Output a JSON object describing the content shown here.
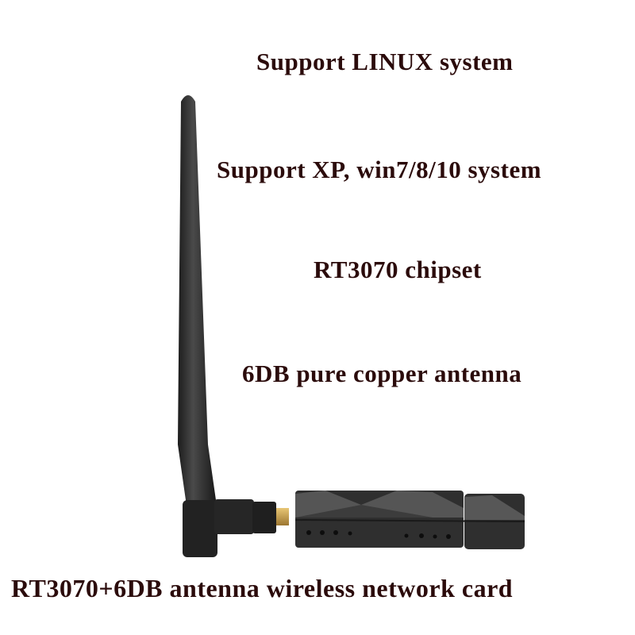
{
  "captions": {
    "linux": "Support LINUX system",
    "windows": "Support XP, win7/8/10 system",
    "chipset": "RT3070 chipset",
    "antenna": "6DB pure copper antenna",
    "product": "RT3070+6DB antenna wireless network card"
  },
  "colors": {
    "text": "#2b0b0b",
    "device": "#2e2e2e",
    "connector": "#c9a04a"
  }
}
